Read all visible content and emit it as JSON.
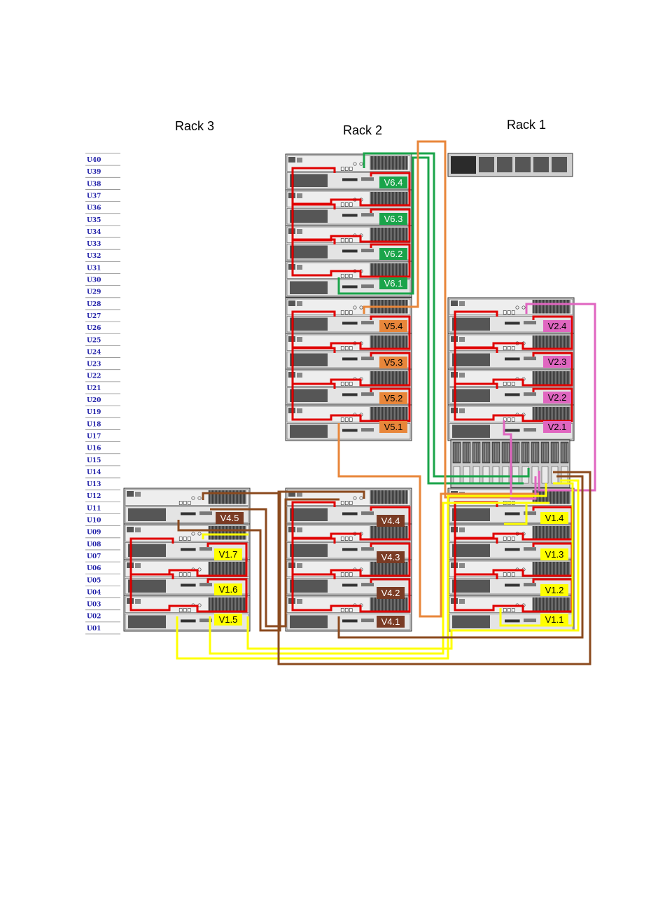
{
  "racks": [
    {
      "id": "rack3",
      "title": "Rack 3"
    },
    {
      "id": "rack2",
      "title": "Rack 2"
    },
    {
      "id": "rack1",
      "title": "Rack 1"
    }
  ],
  "u_labels": [
    "U40",
    "U39",
    "U38",
    "U37",
    "U36",
    "U35",
    "U34",
    "U33",
    "U32",
    "U31",
    "U30",
    "U29",
    "U28",
    "U27",
    "U26",
    "U25",
    "U24",
    "U23",
    "U22",
    "U21",
    "U20",
    "U19",
    "U18",
    "U17",
    "U16",
    "U15",
    "U14",
    "U13",
    "U12",
    "U11",
    "U10",
    "U09",
    "U08",
    "U07",
    "U06",
    "U05",
    "U04",
    "U03",
    "U02",
    "U01"
  ],
  "colors": {
    "green": "#1aa44a",
    "orange": "#e8863a",
    "pink": "#e066c0",
    "yellow": "#ffff00",
    "brown": "#8b4a1e",
    "brown_label": "#7a3b24",
    "red": "#e00000"
  },
  "volume_labels": [
    {
      "rack": "rack2",
      "text": "V6.4",
      "color": "green"
    },
    {
      "rack": "rack2",
      "text": "V6.3",
      "color": "green"
    },
    {
      "rack": "rack2",
      "text": "V6.2",
      "color": "green"
    },
    {
      "rack": "rack2",
      "text": "V6.1",
      "color": "green"
    },
    {
      "rack": "rack2",
      "text": "V5.4",
      "color": "orange"
    },
    {
      "rack": "rack2",
      "text": "V5.3",
      "color": "orange"
    },
    {
      "rack": "rack2",
      "text": "V5.2",
      "color": "orange"
    },
    {
      "rack": "rack2",
      "text": "V5.1",
      "color": "orange"
    },
    {
      "rack": "rack2",
      "text": "V4.4",
      "color": "brown_label"
    },
    {
      "rack": "rack2",
      "text": "V4.3",
      "color": "brown_label"
    },
    {
      "rack": "rack2",
      "text": "V4.2",
      "color": "brown_label"
    },
    {
      "rack": "rack2",
      "text": "V4.1",
      "color": "brown_label"
    },
    {
      "rack": "rack1",
      "text": "V2.4",
      "color": "pink"
    },
    {
      "rack": "rack1",
      "text": "V2.3",
      "color": "pink"
    },
    {
      "rack": "rack1",
      "text": "V2.2",
      "color": "pink"
    },
    {
      "rack": "rack1",
      "text": "V2.1",
      "color": "pink"
    },
    {
      "rack": "rack1",
      "text": "V1.4",
      "color": "yellow"
    },
    {
      "rack": "rack1",
      "text": "V1.3",
      "color": "yellow"
    },
    {
      "rack": "rack1",
      "text": "V1.2",
      "color": "yellow"
    },
    {
      "rack": "rack1",
      "text": "V1.1",
      "color": "yellow"
    },
    {
      "rack": "rack3",
      "text": "V4.5",
      "color": "brown_label"
    },
    {
      "rack": "rack3",
      "text": "V1.7",
      "color": "yellow"
    },
    {
      "rack": "rack3",
      "text": "V1.6",
      "color": "yellow"
    },
    {
      "rack": "rack3",
      "text": "V1.5",
      "color": "yellow"
    }
  ]
}
